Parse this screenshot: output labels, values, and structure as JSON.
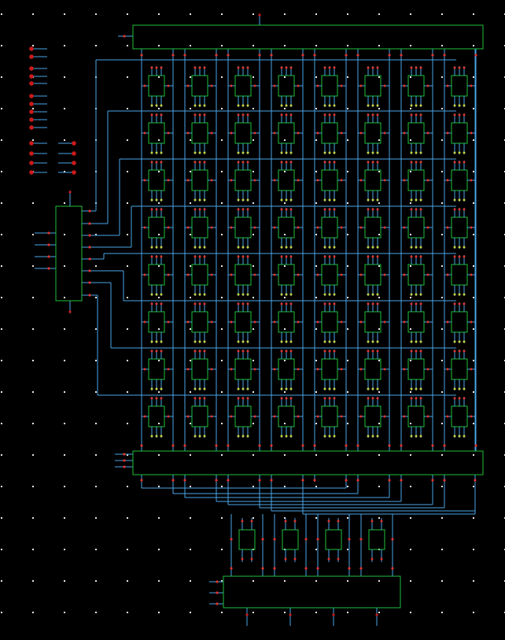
{
  "schematic": {
    "background": "#000000",
    "colors": {
      "grid_dot": "#e8e8e8",
      "wire": "#4aa6e8",
      "block_outline": "#1fbf3a",
      "pin": "#e0332e",
      "pin_alt": "#c8d040",
      "probe": "#cc1a1a"
    },
    "array": {
      "rows": 8,
      "cols": 8
    },
    "sense_cells": 4,
    "decoder_outputs": 8,
    "legend_stubs": 14,
    "labels": []
  }
}
